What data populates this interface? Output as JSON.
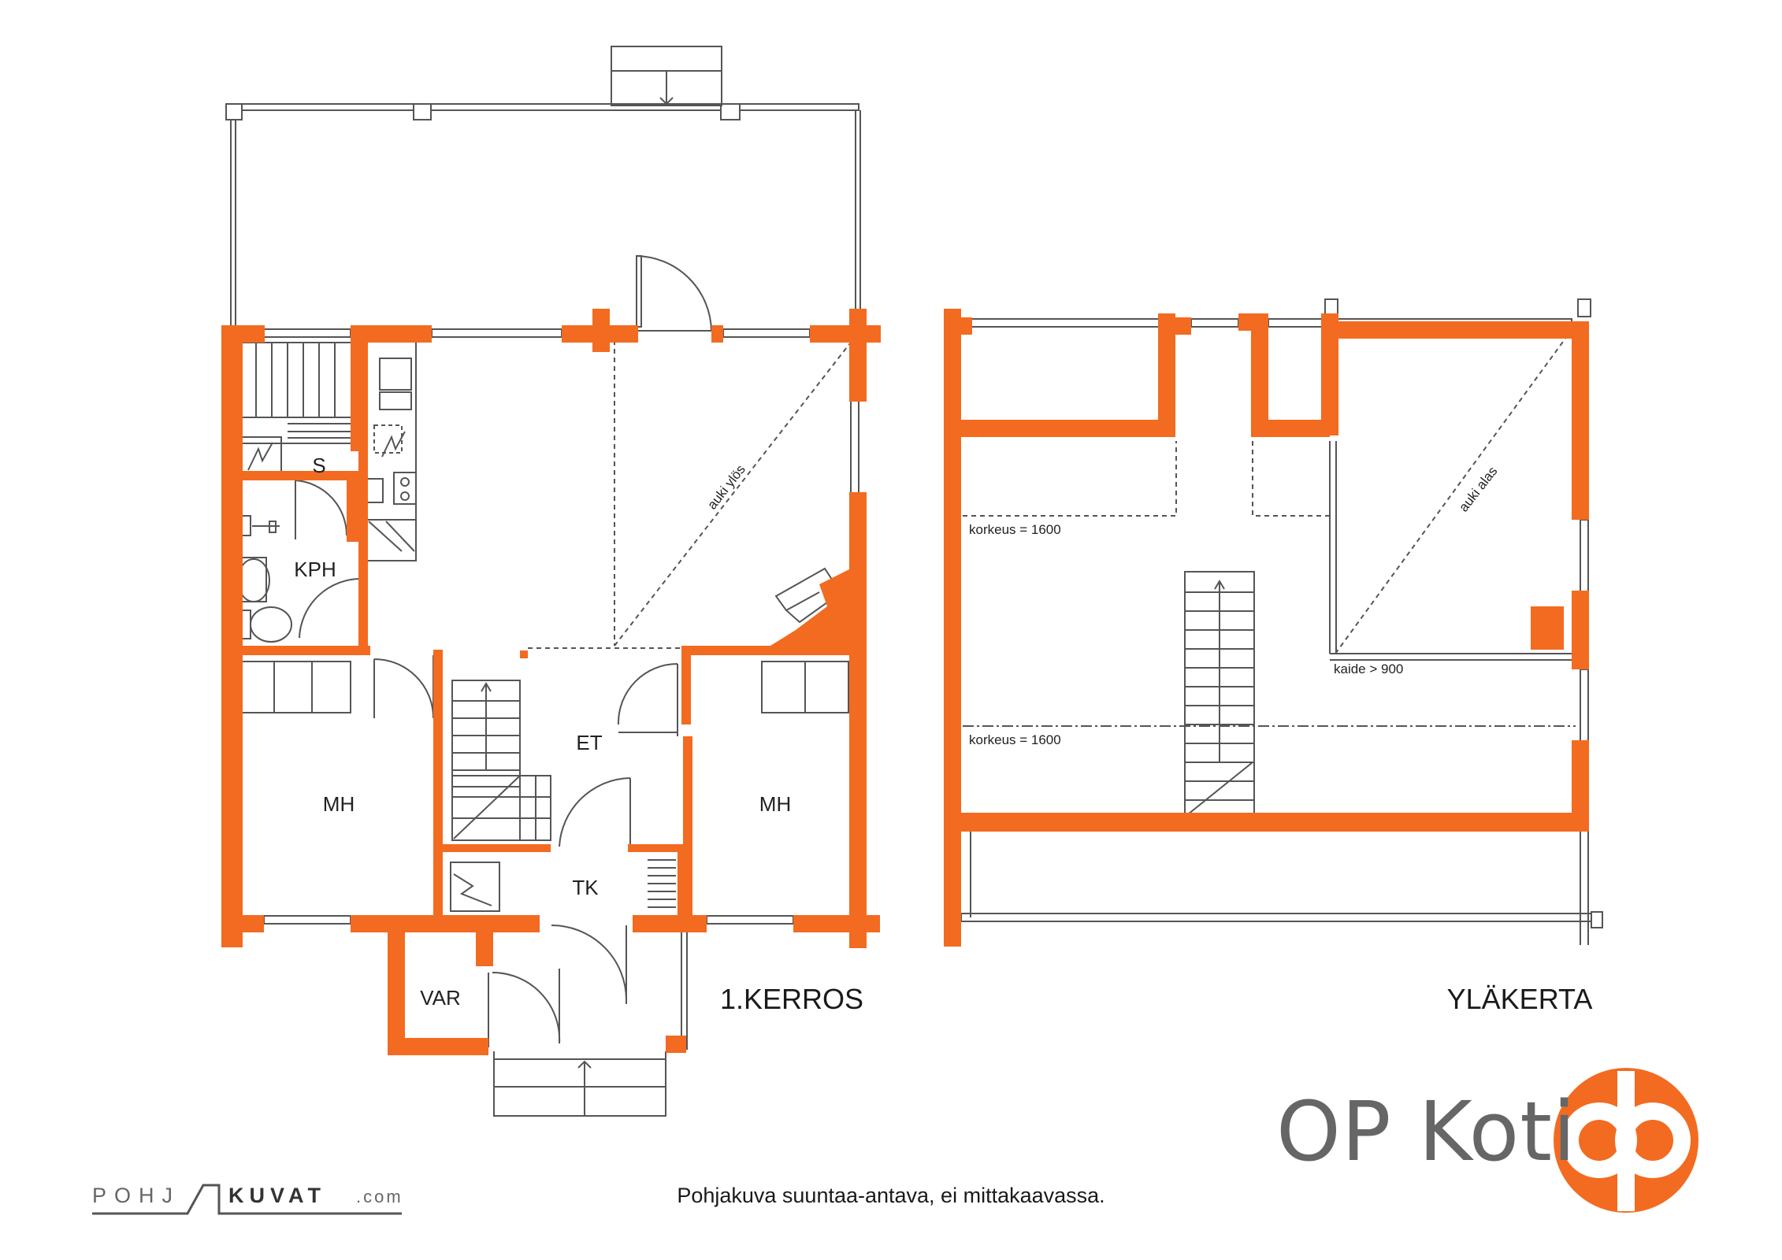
{
  "colors": {
    "wall": "#f26b21",
    "line": "#555555",
    "logo_orange": "#f26b21"
  },
  "floor1": {
    "title": "1.KERROS",
    "rooms": {
      "s": "S",
      "kph": "KPH",
      "mh_left": "MH",
      "mh_right": "MH",
      "et": "ET",
      "tk": "TK",
      "var": "VAR"
    },
    "open_label": "auki ylös"
  },
  "floor2": {
    "title": "YLÄKERTA",
    "open_label": "auki alas",
    "height_label_1": "korkeus = 1600",
    "height_label_2": "korkeus = 1600",
    "railing_label": "kaide > 900"
  },
  "brand": {
    "name": "OP Koti",
    "icon": "op-logo-icon"
  },
  "credit": {
    "left": "POHJ",
    "right": "KUVAT",
    "suffix": ".com"
  },
  "footer": {
    "disclaimer": "Pohjakuva suuntaa-antava, ei mittakaavassa."
  }
}
